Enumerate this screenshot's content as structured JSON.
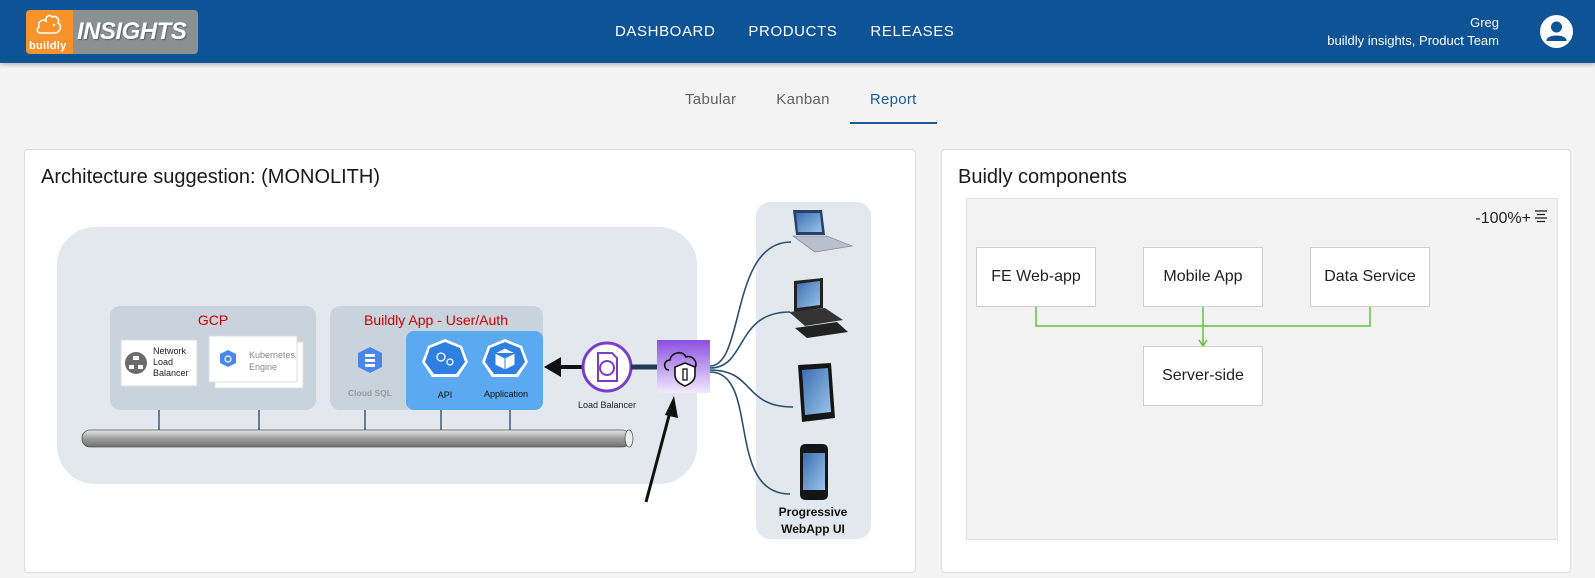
{
  "header": {
    "logo_mark_text": "buildly",
    "logo_text": "INSIGHTS",
    "nav": [
      "DASHBOARD",
      "PRODUCTS",
      "RELEASES"
    ],
    "user_name": "Greg",
    "user_org": "buildly insights, Product Team"
  },
  "tabs": [
    {
      "label": "Tabular",
      "active": false
    },
    {
      "label": "Kanban",
      "active": false
    },
    {
      "label": "Report",
      "active": true
    }
  ],
  "architecture": {
    "title": "Architecture suggestion: (MONOLITH)",
    "gcp_label": "GCP",
    "nlb_label": [
      "Network",
      "Load",
      "Balancer"
    ],
    "k8s_label": [
      "Kubernetes",
      "Engine"
    ],
    "app_label": "Buildly App - User/Auth",
    "cloudsql_label": "Cloud SQL",
    "api_label": "API",
    "application_label": "Application",
    "lb_label": "Load Balancer",
    "pwa_label": [
      "Progressive",
      "WebApp UI"
    ],
    "accent_red": "#cc0000",
    "accent_purple": "#7a3fc7",
    "accent_blue": "#5ba9f0"
  },
  "components": {
    "title": "Buidly components",
    "zoom_minus": "-",
    "zoom_level": "100%",
    "zoom_plus": "+",
    "nodes": [
      "FE Web-app",
      "Mobile App",
      "Data Service",
      "Server-side"
    ],
    "edge_color": "#5fc33a"
  }
}
